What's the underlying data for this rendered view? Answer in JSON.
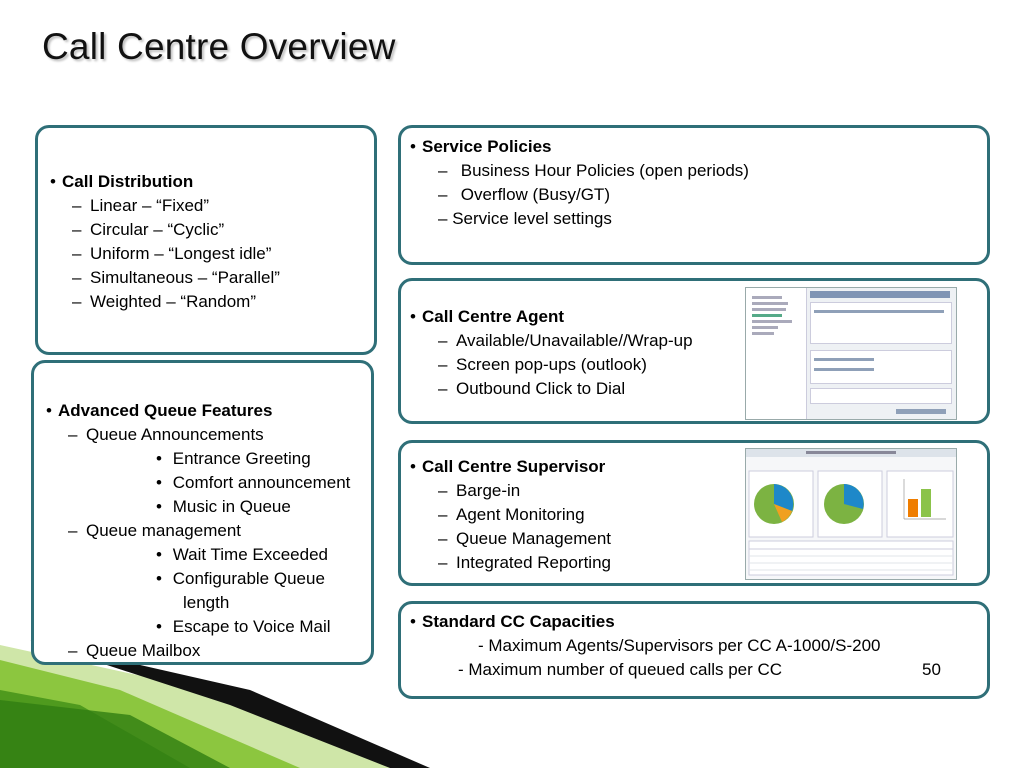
{
  "title": "Call Centre Overview",
  "left_top": {
    "heading": "Call Distribution",
    "items": [
      "Linear – “Fixed”",
      "Circular – “Cyclic”",
      "Uniform – “Longest idle”",
      "Simultaneous – “Parallel”",
      "Weighted  – “Random”"
    ]
  },
  "left_bottom": {
    "heading": "Advanced Queue Features",
    "group1": "Queue Announcements",
    "group1_items": [
      "Entrance Greeting",
      "Comfort announcement",
      "Music in Queue"
    ],
    "group2": "Queue management",
    "group2_items": [
      "Wait Time Exceeded",
      "Configurable Queue",
      "length",
      "Escape to Voice Mail"
    ],
    "group3": "Queue Mailbox"
  },
  "service": {
    "heading": "Service Policies",
    "items": [
      "Business Hour Policies (open periods)",
      "Overflow (Busy/GT)",
      "Service level  settings"
    ]
  },
  "agent": {
    "heading": "Call Centre Agent",
    "items": [
      "Available/Unavailable//Wrap-up",
      "Screen pop-ups (outlook)",
      "Outbound Click to Dial"
    ]
  },
  "supervisor": {
    "heading": "Call Centre Supervisor",
    "items": [
      "Barge-in",
      "Agent Monitoring",
      "Queue Management",
      "Integrated Reporting"
    ]
  },
  "capacities": {
    "heading": "Standard CC Capacities",
    "line1": "- Maximum Agents/Supervisors per  CC A-1000/S-200",
    "line2": "- Maximum number of queued calls per CC",
    "line2_value": "50"
  },
  "colors": {
    "border": "#2f6f78",
    "green": "#7dbb2a",
    "black": "#111111"
  }
}
